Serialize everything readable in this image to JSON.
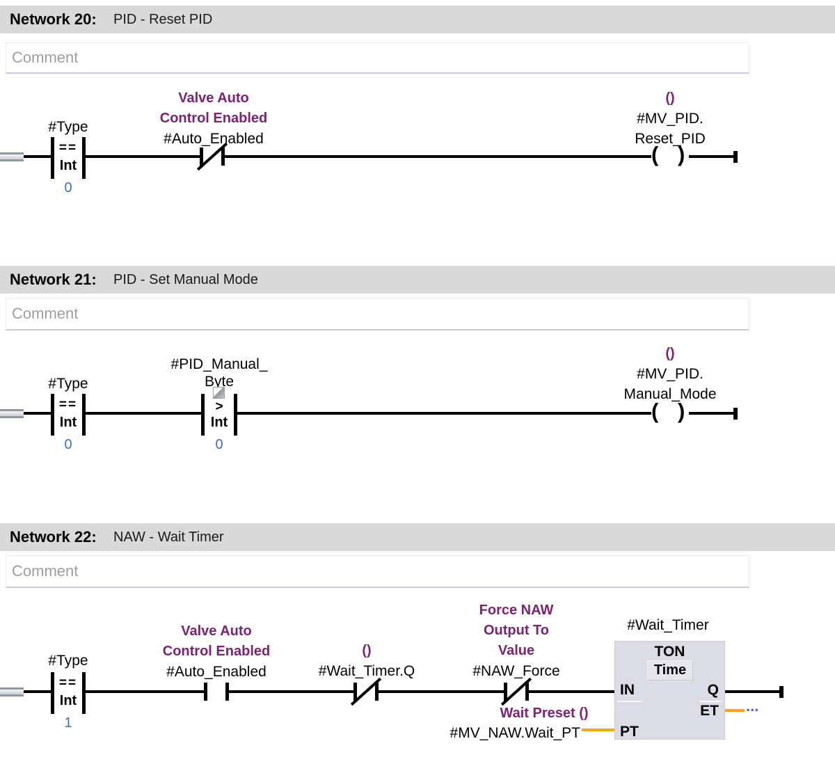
{
  "colors": {
    "operand_comment_purple": "#7c2173",
    "constant_blue": "#3f6ad4",
    "connection_orange": "#f9a61a",
    "network_header_gray": "#d9d9d9",
    "block_fill_gray": "#dcdce6"
  },
  "symbols": {
    "coil_left": "(",
    "coil_right": ")"
  },
  "networks": [
    {
      "header": {
        "label": "Network 20:",
        "title": "PID - Reset PID"
      },
      "comment": {
        "placeholder": "Comment"
      },
      "compare1": {
        "operand": "#Type",
        "op": "==",
        "datatype": "Int",
        "value": "0"
      },
      "contact_auto": {
        "comment_line1": "Valve Auto",
        "comment_line2": "Control Enabled",
        "operand": "#Auto_Enabled"
      },
      "coil": {
        "comment": "()",
        "operand_line1": "#MV_PID.",
        "operand_line2": "Reset_PID"
      }
    },
    {
      "header": {
        "label": "Network 21:",
        "title": "PID - Set Manual Mode"
      },
      "comment": {
        "placeholder": "Comment"
      },
      "compare1": {
        "operand": "#Type",
        "op": "==",
        "datatype": "Int",
        "value": "0"
      },
      "compare2": {
        "operand_line1": "#PID_Manual_",
        "operand_line2": "Byte",
        "op": ">",
        "datatype": "Int",
        "value": "0"
      },
      "coil": {
        "comment": "()",
        "operand_line1": "#MV_PID.",
        "operand_line2": "Manual_Mode"
      }
    },
    {
      "header": {
        "label": "Network 22:",
        "title": "NAW - Wait Timer"
      },
      "comment": {
        "placeholder": "Comment"
      },
      "compare1": {
        "operand": "#Type",
        "op": "==",
        "datatype": "Int",
        "value": "1"
      },
      "contact_auto": {
        "comment_line1": "Valve Auto",
        "comment_line2": "Control Enabled",
        "operand": "#Auto_Enabled"
      },
      "contact_wait": {
        "comment": "()",
        "operand": "#Wait_Timer.Q"
      },
      "contact_force": {
        "comment_line1": "Force NAW",
        "comment_line2": "Output To",
        "comment_line3": "Value",
        "operand": "#NAW_Force"
      },
      "timer": {
        "instance": "#Wait_Timer",
        "type": "TON",
        "datatype": "Time",
        "pins": {
          "in": "IN",
          "pt": "PT",
          "q": "Q",
          "et": "ET"
        },
        "pt_comment": "Wait Preset ()",
        "pt_operand": "#MV_NAW.Wait_PT",
        "et_target": "..."
      }
    }
  ]
}
